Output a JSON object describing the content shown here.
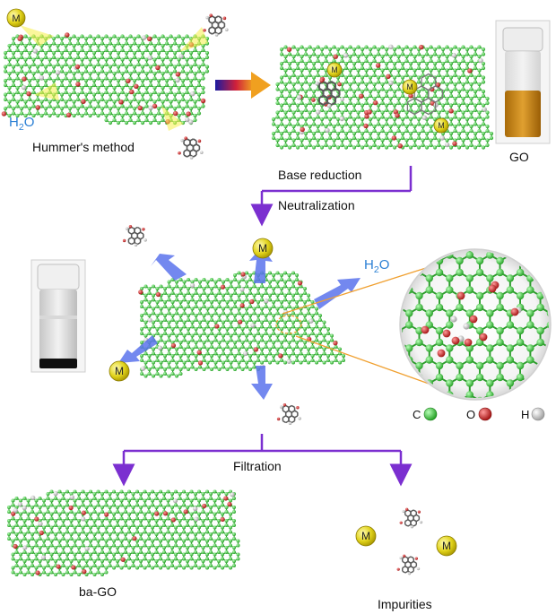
{
  "labels": {
    "hummers_method": "Hummer's method",
    "water_top_prefix": "H",
    "water_top_sub": "2",
    "water_top_suffix": "O",
    "go": "GO",
    "base_reduction": "Base reduction",
    "neutralization": "Neutralization",
    "water_mid_prefix": "H",
    "water_mid_sub": "2",
    "water_mid_suffix": "O",
    "filtration": "Filtration",
    "ba_go": "ba-GO",
    "impurities": "Impurities"
  },
  "metal_symbol": "M",
  "legend": {
    "carbon": "C",
    "oxygen": "O",
    "hydrogen": "H"
  },
  "colors": {
    "carbon": "#3cc93c",
    "oxygen": "#d81e1e",
    "hydrogen": "#f2f2f2",
    "metal": "#e0d21a",
    "arrow_purple": "#7b2fd0",
    "water_blue": "#2a7fd4",
    "zoom_line": "#f0a030",
    "go_liquid": "#c8860f"
  }
}
